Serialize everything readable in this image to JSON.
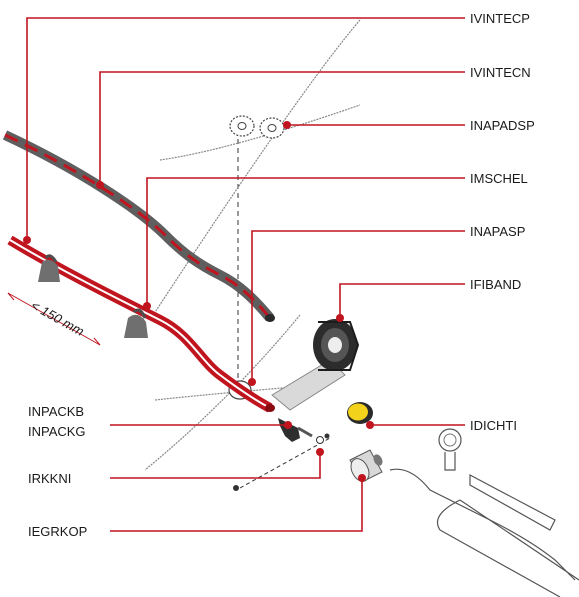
{
  "diagram": {
    "labels": {
      "ivintecp": "IVINTECP",
      "ivintecn": "IVINTECN",
      "inapadsp": "INAPADSP",
      "imschel": "IMSCHEL",
      "inapasp": "INAPASP",
      "ifiband": "IFIBAND",
      "inpackb": "INPACKB",
      "inpackg": "INPACKG",
      "idichti": "IDICHTI",
      "irkkni": "IRKKNI",
      "iegrkop": "IEGRKOP"
    },
    "dimension": "< 150 mm",
    "colors": {
      "accent": "#c0151f",
      "grey_tube": "#6b6b6b",
      "tape": "#3a3a3a",
      "yellow_cap": "#f2d21b"
    }
  }
}
